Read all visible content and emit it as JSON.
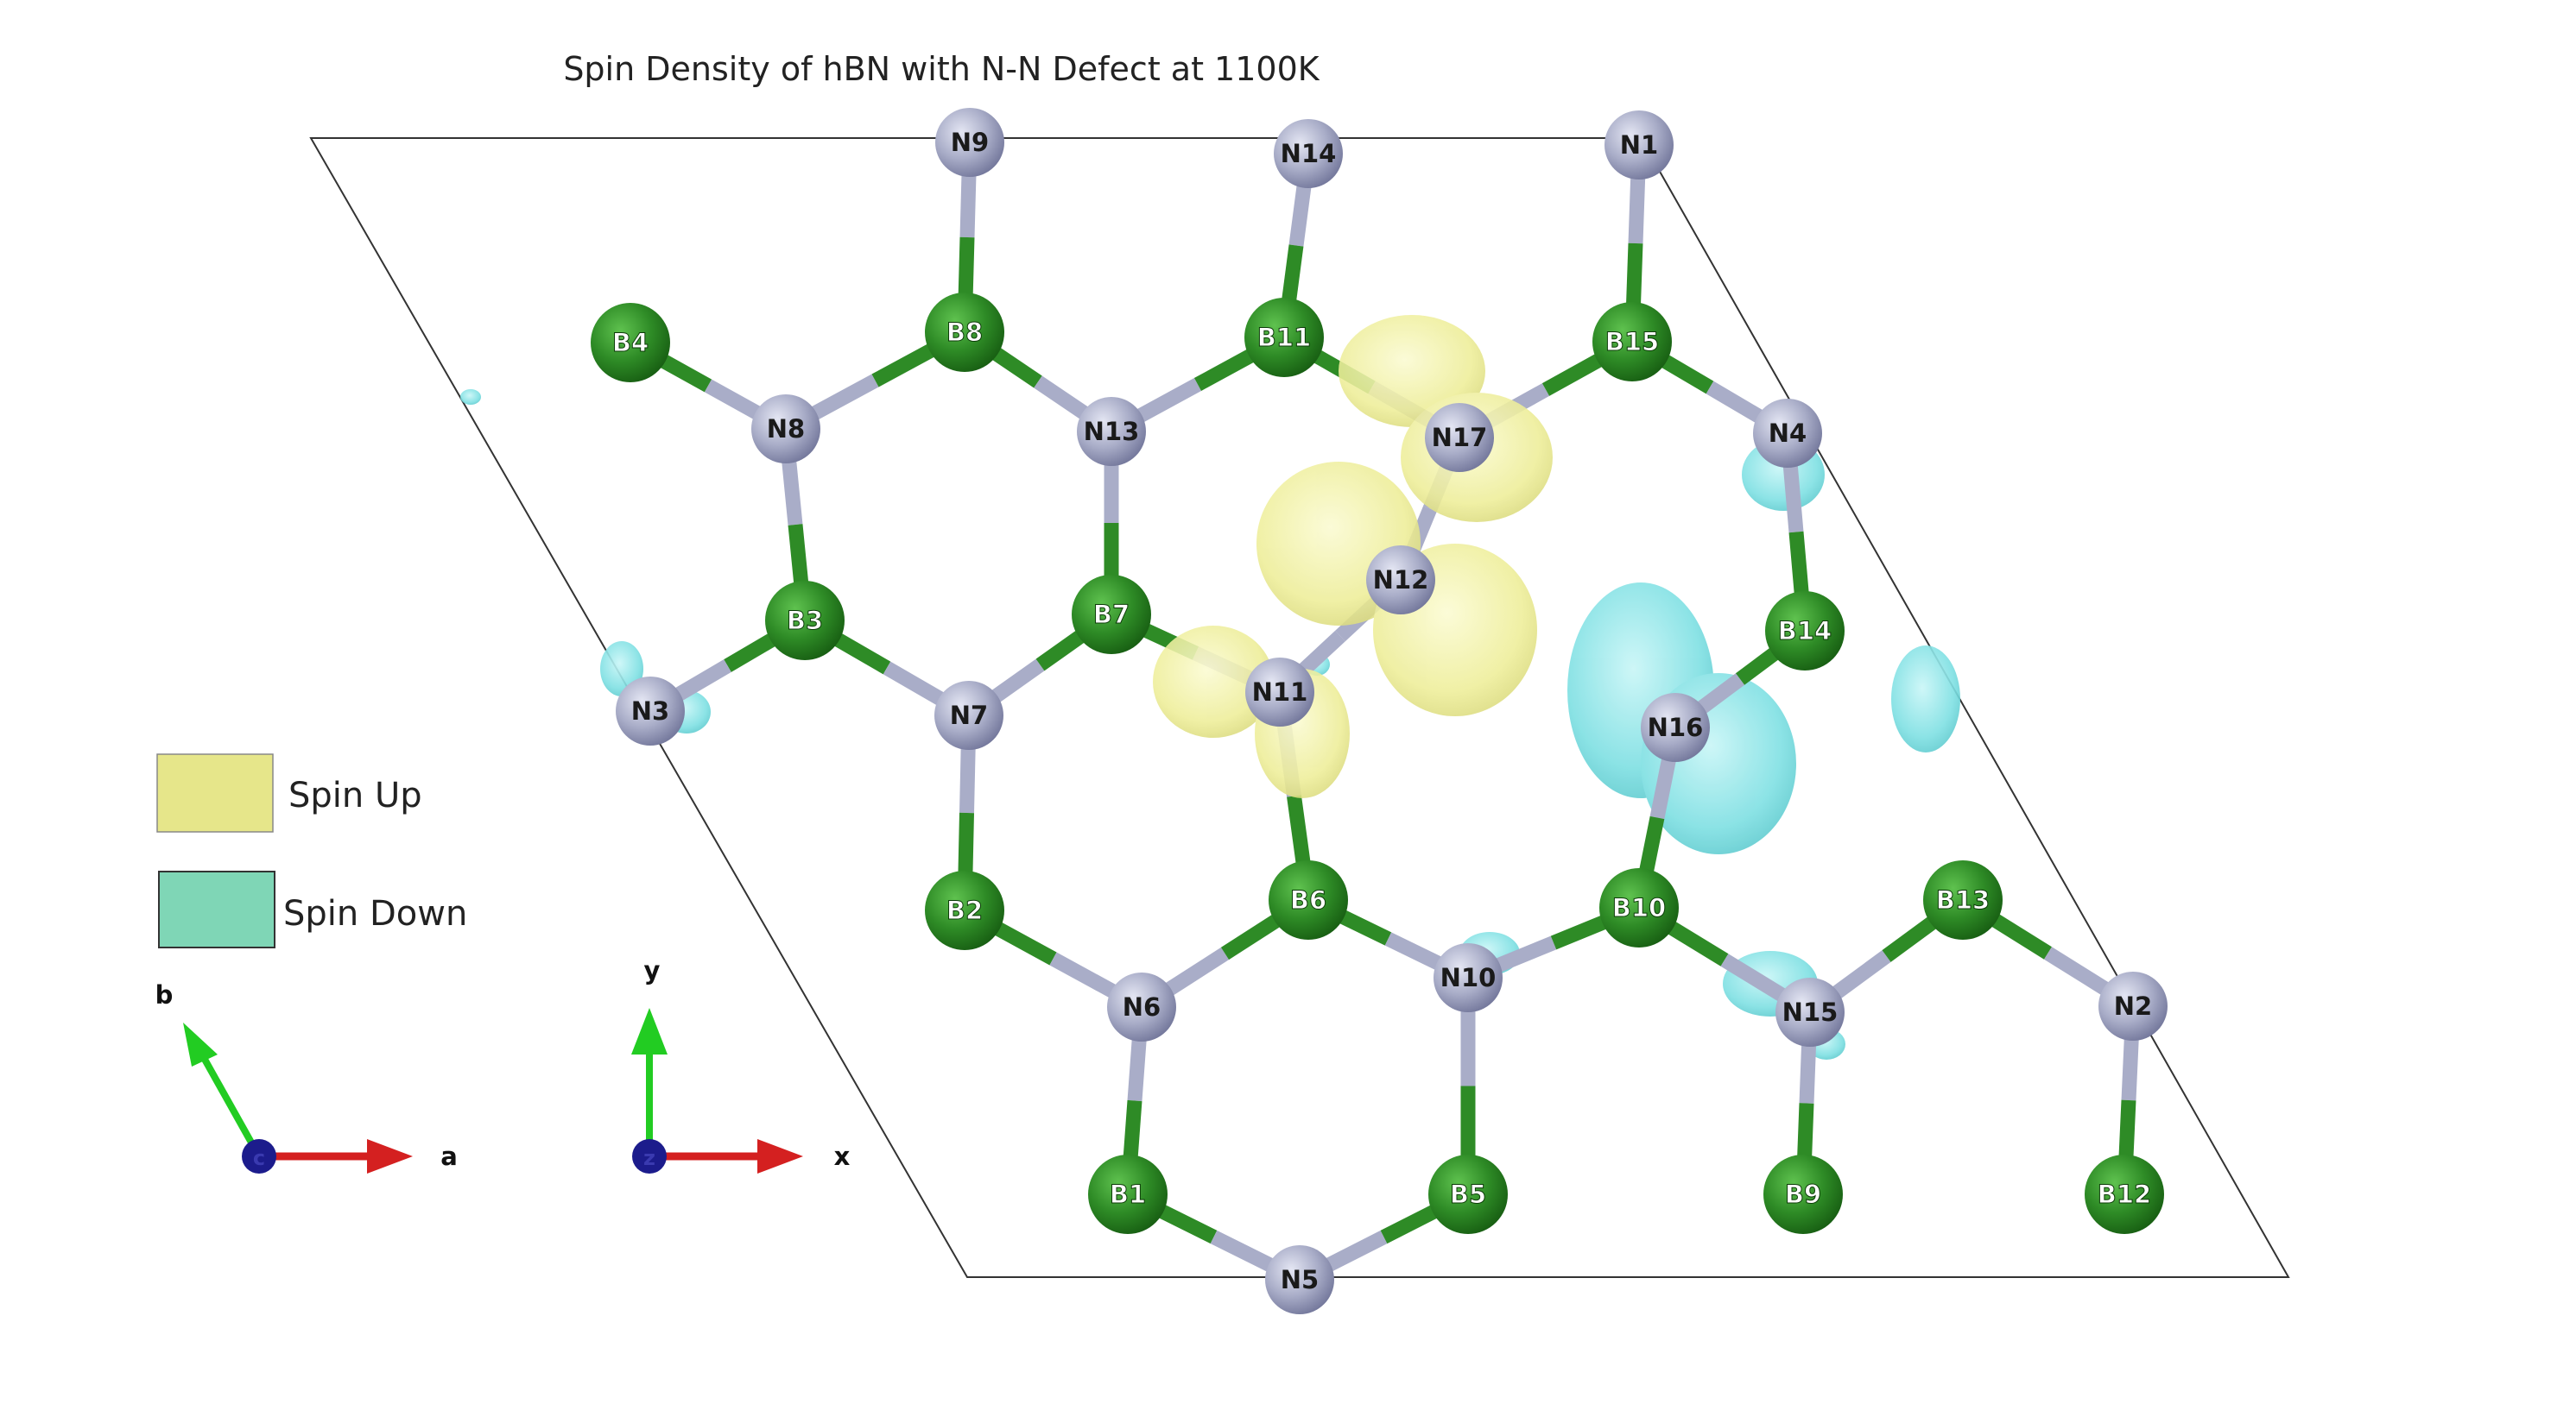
{
  "title": "Spin Density of hBN with N-N Defect at 1100K",
  "legend": [
    {
      "label": "Spin Up",
      "color": "#e6e68a"
    },
    {
      "label": "Spin Down",
      "color": "#7fd6b6"
    }
  ],
  "colors": {
    "boron": "#2e8b26",
    "nitrogen": "#a9adc8",
    "spin_up": "#eeee99",
    "spin_down": "#7fe0e3",
    "cell": "#333333"
  },
  "cell_axes": {
    "first": "a",
    "second": "b",
    "center": "c"
  },
  "cartesian_axes": {
    "first": "x",
    "second": "y",
    "center": "z"
  },
  "atoms": [
    "N9",
    "N14",
    "N1",
    "B4",
    "B8",
    "B11",
    "B15",
    "N8",
    "N13",
    "N17",
    "N4",
    "N12",
    "B3",
    "B7",
    "B14",
    "N3",
    "N7",
    "N11",
    "N16",
    "B2",
    "B6",
    "B10",
    "B13",
    "N6",
    "N10",
    "N15",
    "N2",
    "B1",
    "B5",
    "B9",
    "B12",
    "N5"
  ]
}
